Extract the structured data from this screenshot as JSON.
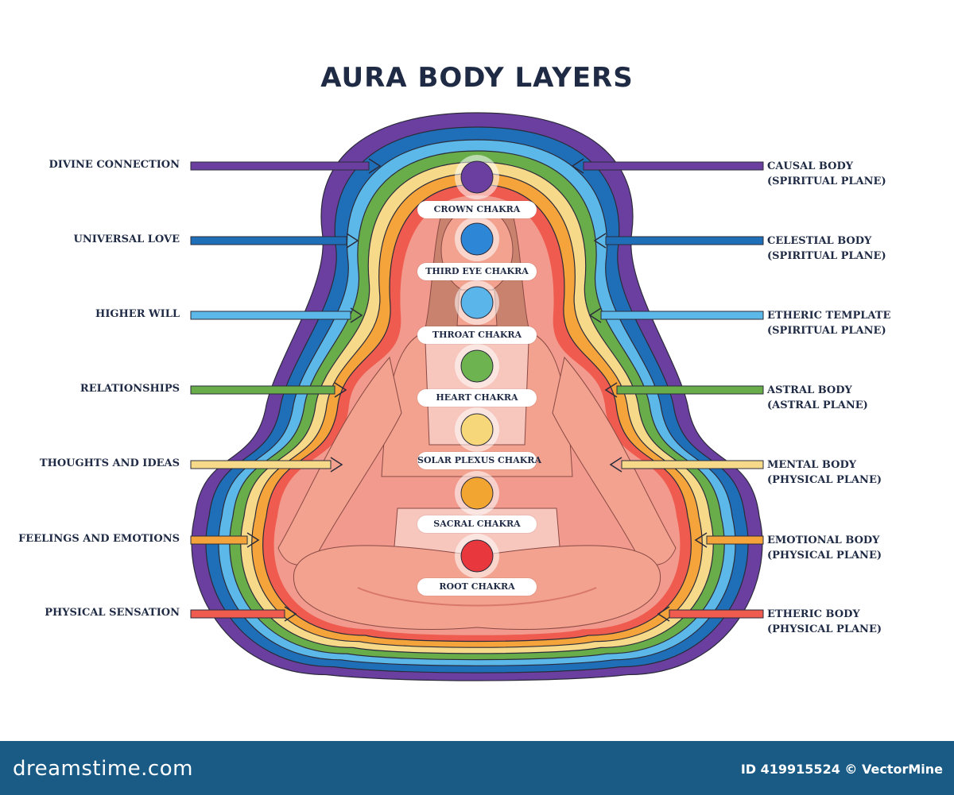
{
  "title": "AURA BODY LAYERS",
  "left_labels": [
    "DIVINE CONNECTION",
    "UNIVERSAL LOVE",
    "HIGHER WILL",
    "RELATIONSHIPS",
    "THOUGHTS AND IDEAS",
    "FEELINGS AND EMOTIONS",
    "PHYSICAL SENSATION"
  ],
  "right_labels": [
    {
      "name": "CAUSAL BODY",
      "plane": "(SPIRITUAL PLANE)"
    },
    {
      "name": "CELESTIAL BODY",
      "plane": "(SPIRITUAL PLANE)"
    },
    {
      "name": "ETHERIC TEMPLATE",
      "plane": "(SPIRITUAL PLANE)"
    },
    {
      "name": "ASTRAL BODY",
      "plane": "(ASTRAL PLANE)"
    },
    {
      "name": "MENTAL BODY",
      "plane": "(PHYSICAL PLANE)"
    },
    {
      "name": "EMOTIONAL BODY",
      "plane": "(PHYSICAL PLANE)"
    },
    {
      "name": "ETHERIC BODY",
      "plane": "(PHYSICAL PLANE)"
    }
  ],
  "chakras": [
    {
      "label": "CROWN CHAKRA",
      "color": "#6b3fa0"
    },
    {
      "label": "THIRD EYE CHAKRA",
      "color": "#2e86d6"
    },
    {
      "label": "THROAT CHAKRA",
      "color": "#5ab6ea"
    },
    {
      "label": "HEART CHAKRA",
      "color": "#6db34f"
    },
    {
      "label": "SOLAR PLEXUS CHAKRA",
      "color": "#f6d77a"
    },
    {
      "label": "SACRAL CHAKRA",
      "color": "#f3a531"
    },
    {
      "label": "ROOT CHAKRA",
      "color": "#e8383d"
    }
  ],
  "layer_colors": [
    "#6a3fa0",
    "#1f6fb8",
    "#5bb8e8",
    "#68ad4a",
    "#f7d98a",
    "#f4a43a",
    "#ef5b4f"
  ],
  "arrow_colors": [
    "#6a3fa0",
    "#1f6fb8",
    "#5bb8e8",
    "#68ad4a",
    "#f7d98a",
    "#f4a43a",
    "#ef5b4f"
  ],
  "footer": {
    "logo": "dreamstime.com",
    "id_text": "ID 419915524 © VectorMine"
  }
}
